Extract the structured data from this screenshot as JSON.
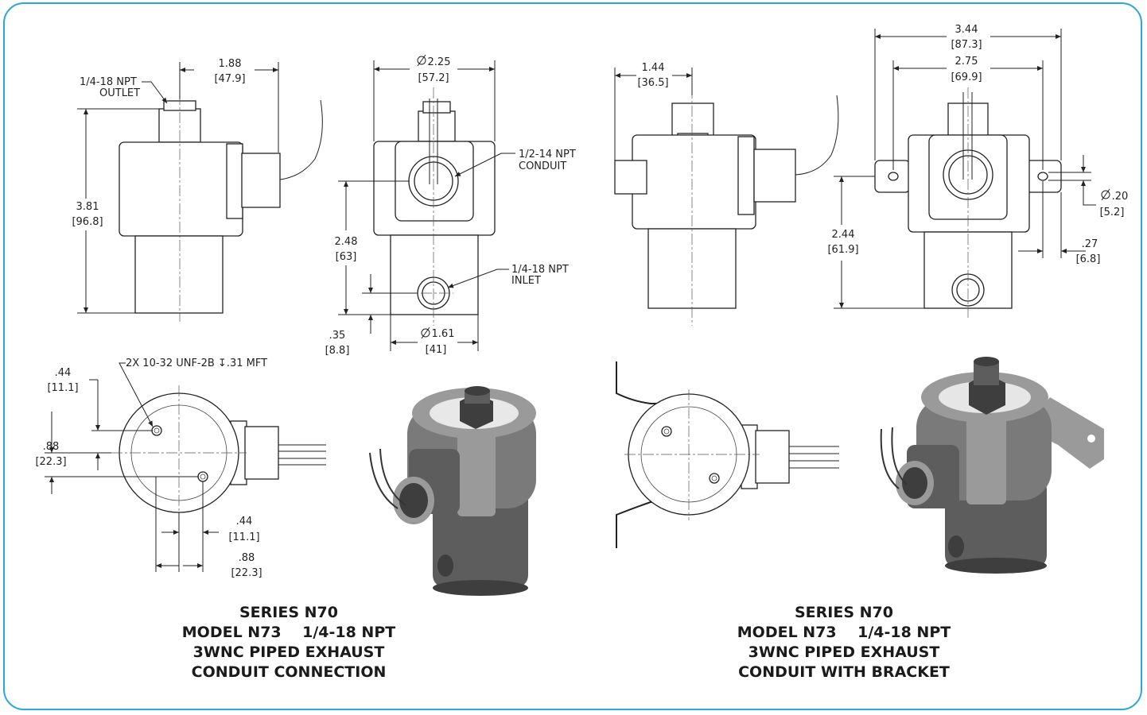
{
  "dimensions": {
    "outlet_width_in": "1.88",
    "outlet_width_mm": "[47.9]",
    "outlet_thread": "1/4-18 NPT",
    "outlet_label": "OUTLET",
    "height_in": "3.81",
    "height_mm": "[96.8]",
    "dia_in": "2.25",
    "dia_mm": "[57.2]",
    "conduit_thread": "1/2-14 NPT",
    "conduit_label": "CONDUIT",
    "mid_h_in": "2.48",
    "mid_h_mm": "[63]",
    "inlet_thread": "1/4-18 NPT",
    "inlet_label": "INLET",
    "base_off_in": ".35",
    "base_off_mm": "[8.8]",
    "base_dia_in": "1.61",
    "base_dia_mm": "[41]",
    "br_width_in": "1.44",
    "br_width_mm": "[36.5]",
    "br_total_in": "3.44",
    "br_total_mm": "[87.3]",
    "br_holes_in": "2.75",
    "br_holes_mm": "[69.9]",
    "br_hole_dia_in": ".20",
    "br_hole_dia_mm": "[5.2]",
    "br_h_in": "2.44",
    "br_h_mm": "[61.9]",
    "br_edge_in": ".27",
    "br_edge_mm": "[6.8]",
    "mount_holes": "2X 10-32 UNF-2B ↧.31 MFT",
    "top_y_in": ".44",
    "top_y_mm": "[11.1]",
    "top_yy_in": ".88",
    "top_yy_mm": "[22.3]",
    "bot_x_in": ".44",
    "bot_x_mm": "[11.1]",
    "bot_xx_in": ".88",
    "bot_xx_mm": "[22.3]"
  },
  "captions": {
    "left": [
      "SERIES N70",
      "MODEL N73    1/4-18 NPT",
      "3WNC PIPED EXHAUST",
      "CONDUIT CONNECTION"
    ],
    "right": [
      "SERIES N70",
      "MODEL N73    1/4-18 NPT",
      "3WNC PIPED EXHAUST",
      "CONDUIT WITH BRACKET"
    ]
  },
  "colors": {
    "frame": "#2aa7d8",
    "ink": "#222222"
  }
}
